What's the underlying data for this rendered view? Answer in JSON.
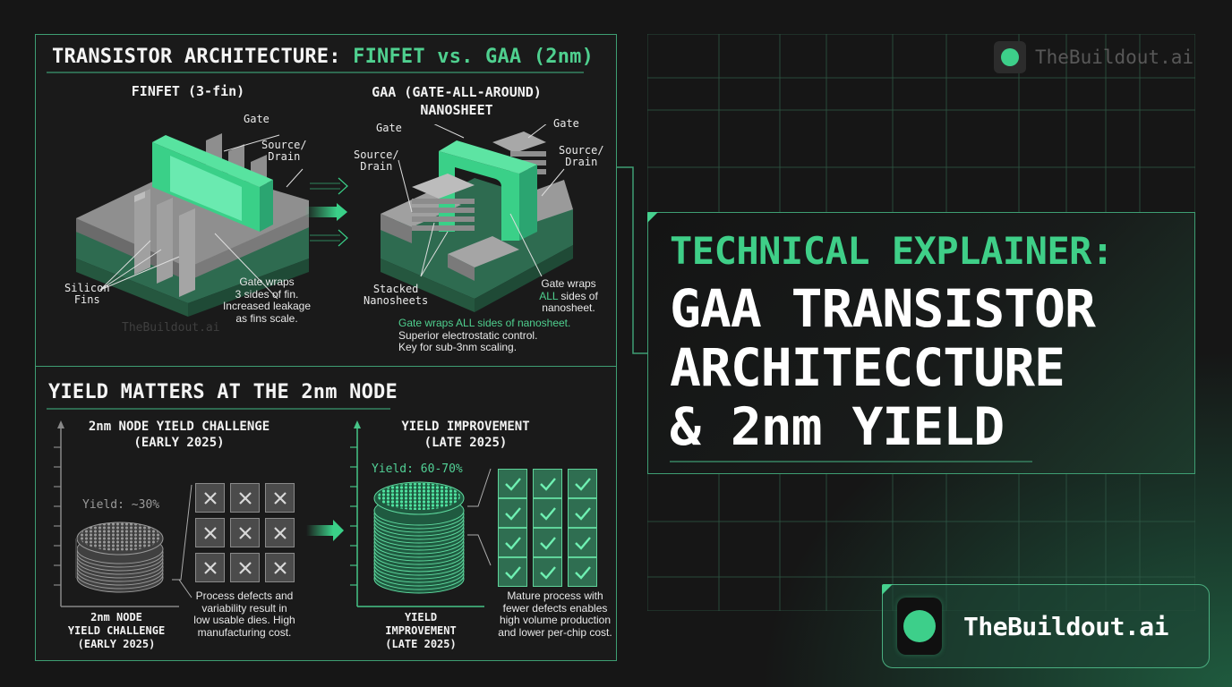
{
  "colors": {
    "background": "#161616",
    "accent_green": "#3fcf88",
    "panel_border": "#3e9e73",
    "text_white": "#f2f2f2",
    "defect_gray": "#4b4b4b",
    "good_green": "#2f6e51"
  },
  "architecture_panel": {
    "title_prefix": "TRANSISTOR ARCHITECTURE: ",
    "title_accent": "FINFET vs. GAA (2nm)",
    "finfet": {
      "heading": "FINFET (3-fin)",
      "labels": {
        "gate": "Gate",
        "source_drain_1": "Source/",
        "source_drain_2": "Drain",
        "silicon_fins_1": "Silicon",
        "silicon_fins_2": "Fins"
      },
      "note": [
        "Gate wraps",
        "3 sides of fin.",
        "Increased leakage",
        "as fins scale."
      ],
      "watermark": "TheBuildout.ai"
    },
    "transition_icon": "arrow-right-icon",
    "gaa": {
      "heading_line1": "GAA (GATE-ALL-AROUND)",
      "heading_line2": "NANOSHEET",
      "labels": {
        "gate_left": "Gate",
        "gate_right": "Gate",
        "source_drain_left_1": "Source/",
        "source_drain_left_2": "Drain",
        "source_drain_right_1": "Source/",
        "source_drain_right_2": "Drain",
        "stacked_1": "Stacked",
        "stacked_2": "Nanosheets"
      },
      "note_line1": "Gate wraps",
      "note_line2_accent": "ALL",
      "note_line2_rest": " sides of",
      "note_line3": "nanosheet.",
      "summary_accent": "Gate wraps ALL sides of nanosheet.",
      "summary_line2": "Superior electrostatic control.",
      "summary_line3": "Key for sub-3nm scaling."
    }
  },
  "yield_panel": {
    "title": "YIELD MATTERS AT THE 2nm NODE",
    "early": {
      "heading_line1": "2nm NODE YIELD CHALLENGE",
      "heading_line2": "(EARLY 2025)",
      "yield_label": "Yield: ~30%",
      "yield_percent": "~30%",
      "die_grid": {
        "rows": 3,
        "cols": 3,
        "status": "defect",
        "icon": "x-icon"
      },
      "axis_caption": [
        "2nm NODE",
        "YIELD CHALLENGE",
        "(EARLY 2025)"
      ],
      "description": [
        "Process defects and",
        "variability result in",
        "low usable dies. High",
        "manufacturing cost."
      ]
    },
    "late": {
      "heading_line1": "YIELD IMPROVEMENT",
      "heading_line2": "(LATE 2025)",
      "yield_label": "Yield: 60-70%",
      "yield_percent": "60-70%",
      "die_grid": {
        "rows": 4,
        "cols": 3,
        "status": "good",
        "icon": "check-icon"
      },
      "axis_caption": [
        "YIELD",
        "IMPROVEMENT",
        "(LATE 2025)"
      ],
      "description": [
        "Mature process with",
        "fewer defects enables",
        "high volume production",
        "and lower per-chip cost."
      ]
    }
  },
  "hero": {
    "kicker": "TECHNICAL EXPLAINER:",
    "title_lines": [
      "GAA TRANSISTOR",
      "ARCHITECCTURE",
      "& 2nm YIELD"
    ]
  },
  "watermark_top": {
    "text": "TheBuildout.ai",
    "icon": "logo-dot-icon"
  },
  "brand_badge": {
    "text": "TheBuildout.ai",
    "icon": "logo-dot-icon"
  }
}
